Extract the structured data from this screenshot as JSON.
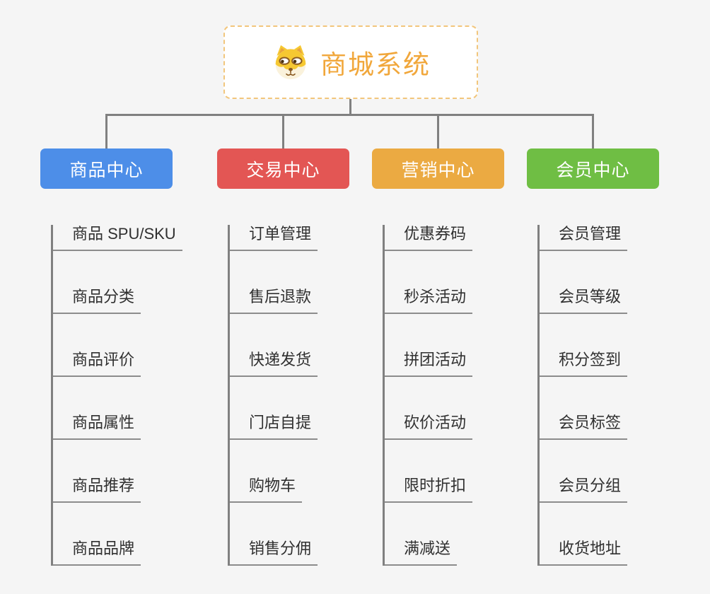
{
  "root": {
    "title": "商城系统",
    "icon": "doge-icon",
    "text_color": "#f1a73b",
    "border_color": "#f2c67c"
  },
  "colors": {
    "background": "#f5f5f5",
    "connector": "#808080",
    "leaf_underline": "#8c8c8c",
    "leaf_text": "#303030"
  },
  "branches": [
    {
      "label": "商品中心",
      "color": "#4d8ee8",
      "children": [
        "商品 SPU/SKU",
        "商品分类",
        "商品评价",
        "商品属性",
        "商品推荐",
        "商品品牌"
      ]
    },
    {
      "label": "交易中心",
      "color": "#e35654",
      "children": [
        "订单管理",
        "售后退款",
        "快递发货",
        "门店自提",
        "购物车",
        "销售分佣"
      ]
    },
    {
      "label": "营销中心",
      "color": "#ebaa42",
      "children": [
        "优惠券码",
        "秒杀活动",
        "拼团活动",
        "砍价活动",
        "限时折扣",
        "满减送"
      ]
    },
    {
      "label": "会员中心",
      "color": "#6fbe44",
      "children": [
        "会员管理",
        "会员等级",
        "积分签到",
        "会员标签",
        "会员分组",
        "收货地址"
      ]
    }
  ]
}
